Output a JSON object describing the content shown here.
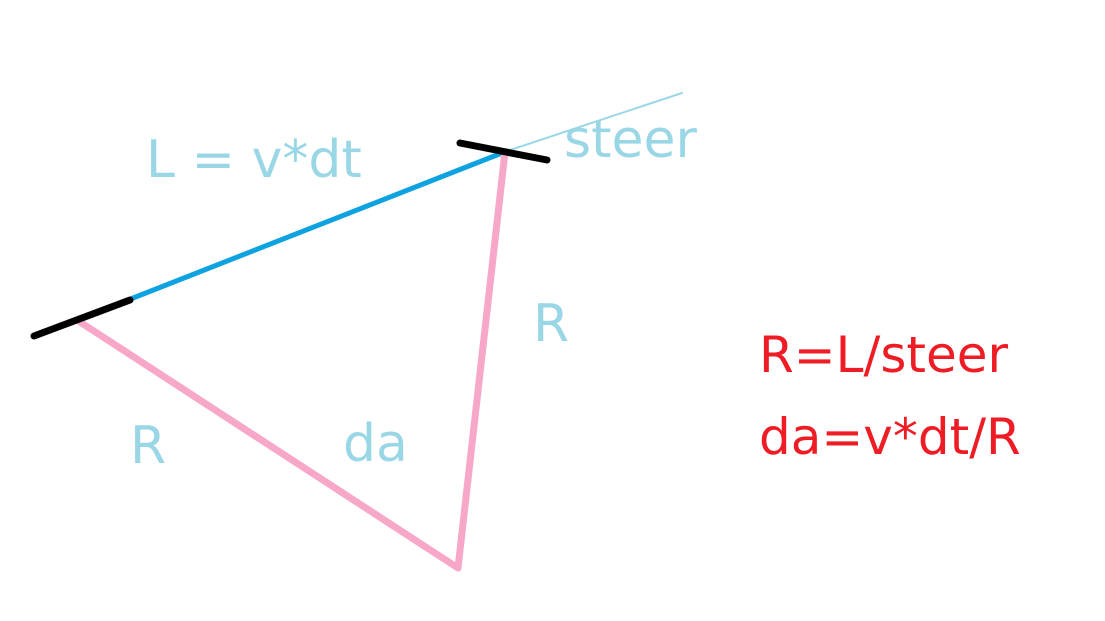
{
  "diagram": {
    "labels": {
      "length": "L = v*dt",
      "steer": "steer",
      "radius_right": "R",
      "radius_left": "R",
      "angle": "da"
    },
    "formulas": {
      "radius": "R=L/steer",
      "angle": "da=v*dt/R"
    },
    "colors": {
      "segment": "#0ea3e0",
      "steer_line": "#9ad7e6",
      "radius_lines": "#f7a8c8",
      "wheels": "#000000",
      "label_text": "#9ad7e6",
      "formula_text": "#ee1c24",
      "background": "#ffffff"
    }
  }
}
